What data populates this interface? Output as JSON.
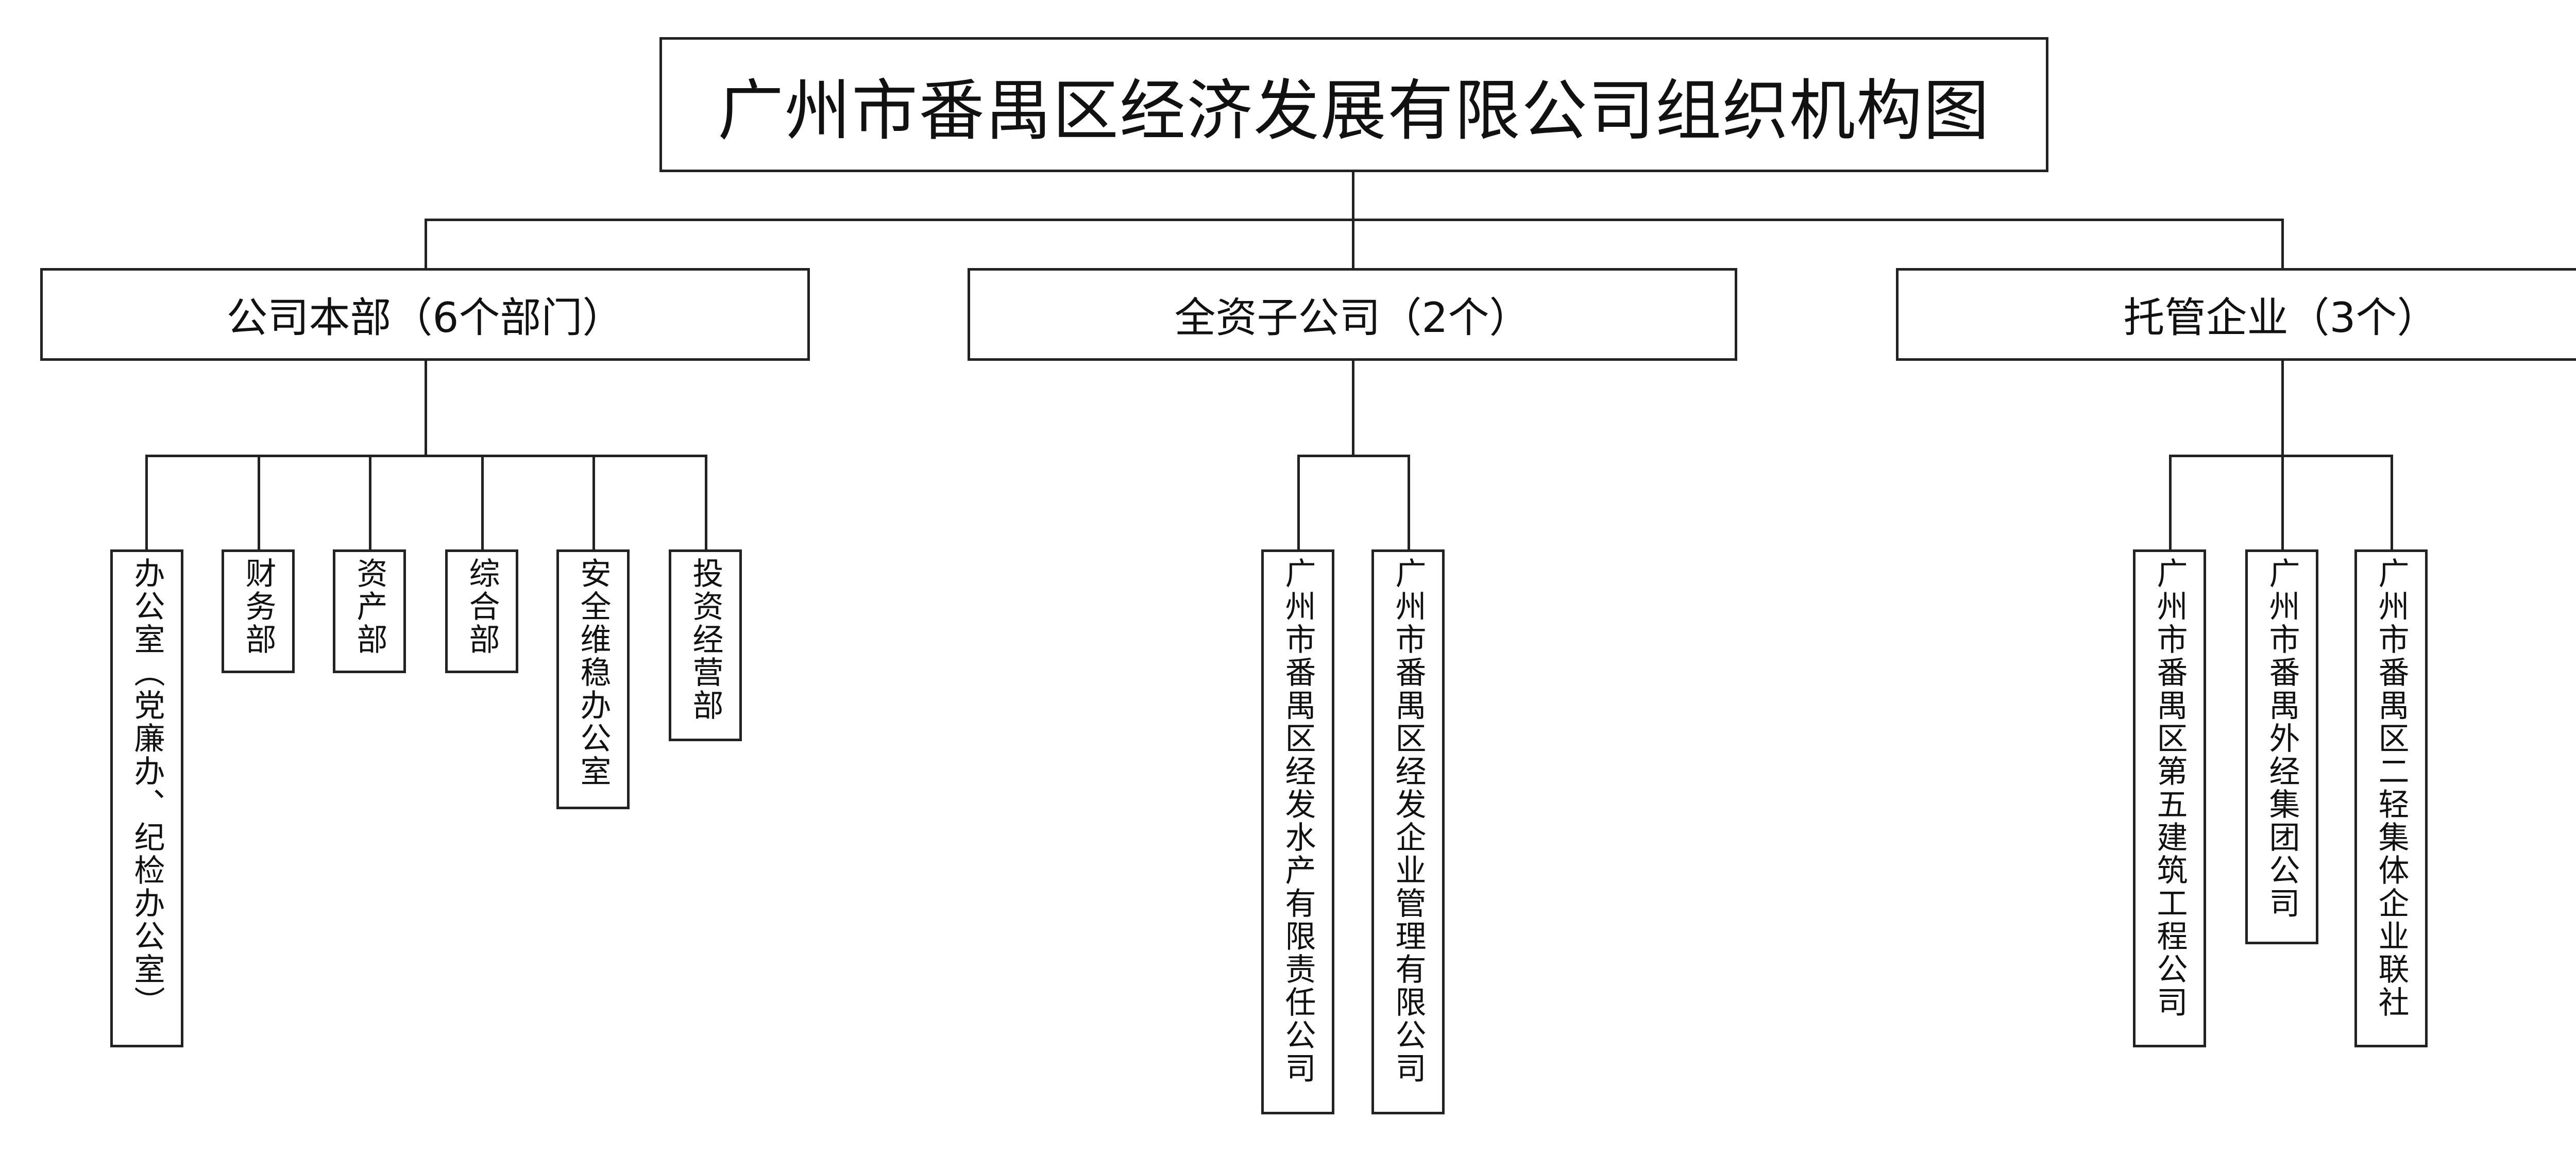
{
  "title": "广州市番禺区经济发展有限公司组织机构图",
  "groups": [
    {
      "label": "公司本部（6个部门）",
      "children": [
        "办公室（党廉办、纪检办公室）",
        "财务部",
        "资产部",
        "综合部",
        "安全维稳办公室",
        "投资经营部"
      ]
    },
    {
      "label": "全资子公司（2个）",
      "children": [
        "广州市番禺区经发水产有限责任公司",
        "广州市番禺区经发企业管理有限公司"
      ]
    },
    {
      "label": "托管企业（3个）",
      "children": [
        "广州市番禺区第五建筑工程公司",
        "广州市番禺外经集团公司",
        "广州市番禺区二轻集体企业联社"
      ]
    }
  ]
}
